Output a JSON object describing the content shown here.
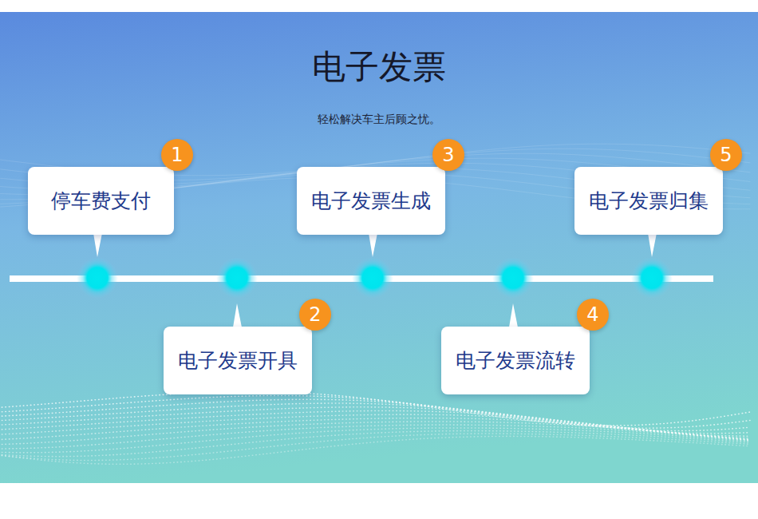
{
  "diagram": {
    "title": "电子发票",
    "caption": "轻松解决车主后顾之忧。",
    "nodes": [
      {
        "text": [
          "停车费支付"
        ]
      },
      {
        "text": [
          "电子发票开具"
        ]
      },
      {
        "text": [
          "电子发票生成"
        ]
      },
      {
        "text": [
          "电子发票流转"
        ]
      },
      {
        "text": [
          "电子发票归集"
        ]
      }
    ],
    "labels": [
      "1",
      "2",
      "3",
      "4",
      "5"
    ]
  }
}
